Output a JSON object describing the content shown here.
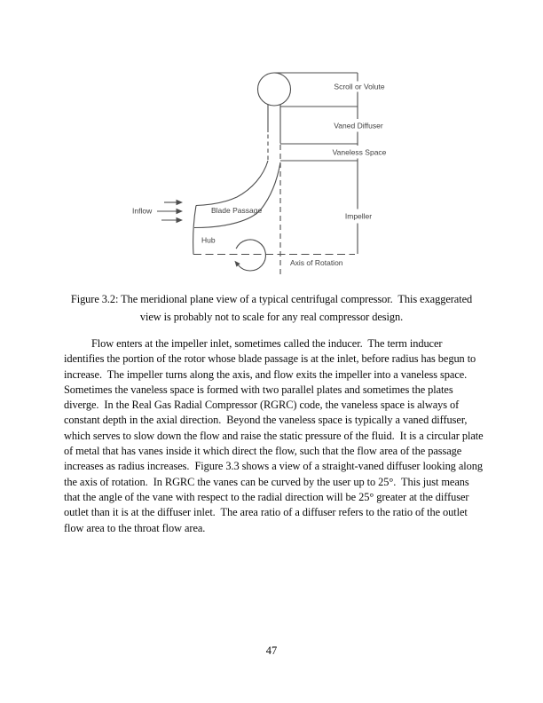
{
  "page": {
    "number": "47"
  },
  "diagram": {
    "stroke_color": "#4d4d4d",
    "label_color": "#3f3f3f",
    "labels": {
      "scroll": "Scroll or Volute",
      "vaned_diffuser": "Vaned Diffuser",
      "vaneless_space": "Vaneless Space",
      "impeller": "Impeller",
      "axis": "Axis of Rotation",
      "inflow": "Inflow",
      "blade_passage": "Blade Passage",
      "hub": "Hub"
    }
  },
  "caption": {
    "text": "Figure 3.2: The meridional plane view of a typical centrifugal compressor.  This exaggerated\nview is probably not to scale for any real compressor design."
  },
  "body": {
    "text": "Flow enters at the impeller inlet, sometimes called the inducer.  The term inducer\nidentifies the portion of the rotor whose blade passage is at the inlet, before radius has begun to\nincrease.  The impeller turns along the axis, and flow exits the impeller into a vaneless space.\nSometimes the vaneless space is formed with two parallel plates and sometimes the plates\ndiverge.  In the Real Gas Radial Compressor (RGRC) code, the vaneless space is always of\nconstant depth in the axial direction.  Beyond the vaneless space is typically a vaned diffuser,\nwhich serves to slow down the flow and raise the static pressure of the fluid.  It is a circular plate\nof metal that has vanes inside it which direct the flow, such that the flow area of the passage\nincreases as radius increases.  Figure 3.3 shows a view of a straight-vaned diffuser looking along\nthe axis of rotation.  In RGRC the vanes can be curved by the user up to 25°.  This just means\nthat the angle of the vane with respect to the radial direction will be 25° greater at the diffuser\noutlet than it is at the diffuser inlet.  The area ratio of a diffuser refers to the ratio of the outlet\nflow area to the throat flow area."
  }
}
